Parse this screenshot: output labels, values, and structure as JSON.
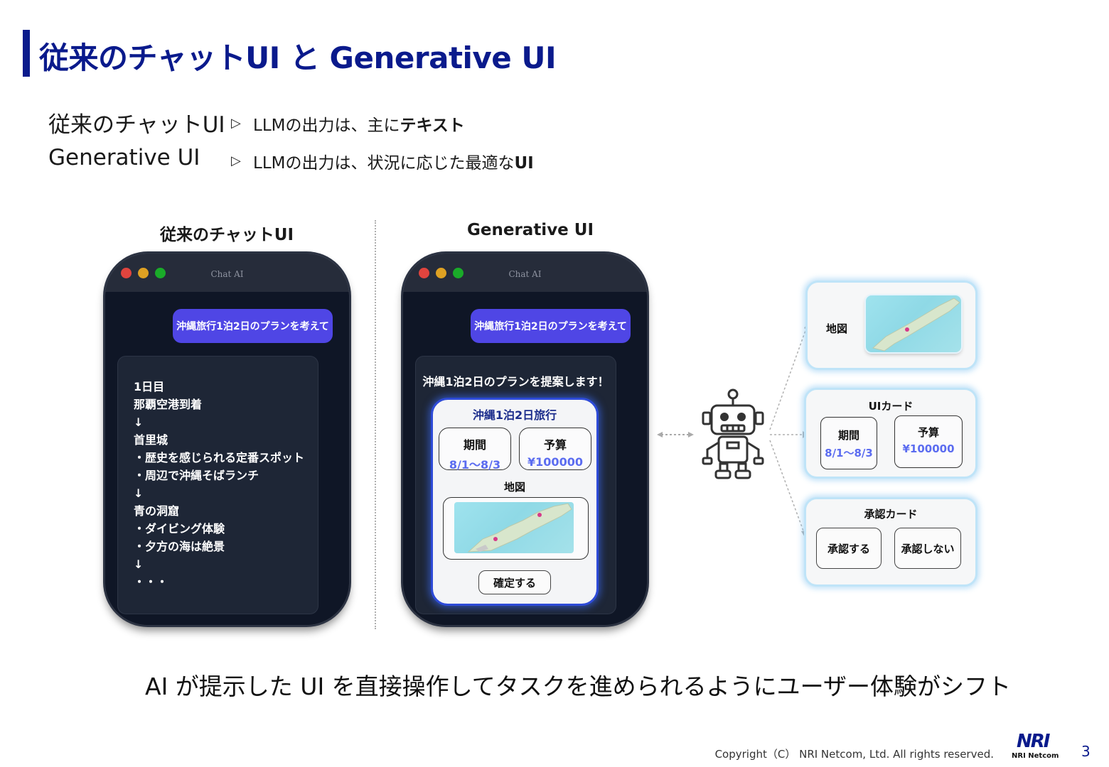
{
  "title": "従来のチャットUI と Generative UI",
  "bullets": [
    {
      "label": "従来のチャットUI",
      "arrow": "▷",
      "text": "LLMの出力は、主に",
      "bold": "テキスト"
    },
    {
      "label": "Generative UI",
      "arrow": "▷",
      "text": "LLMの出力は、状況に応じた最適な",
      "bold": "UI"
    }
  ],
  "left_column": {
    "heading": "従来のチャットUI",
    "window_title": "Chat AI",
    "user_message": "沖縄旅行1泊2日のプランを考えて",
    "plan_lines": [
      "1日目",
      "那覇空港到着",
      "↓",
      "首里城",
      "・歴史を感じられる定番スポット",
      "・周辺で沖縄そばランチ",
      "↓",
      "青の洞窟",
      "・ダイビング体験",
      "・夕方の海は絶景",
      "↓",
      "・・・"
    ]
  },
  "middle_column": {
    "heading": "Generative UI",
    "window_title": "Chat AI",
    "user_message": "沖縄旅行1泊2日のプランを考えて",
    "ai_message": "沖縄1泊2日のプランを提案します！",
    "card_title": "沖縄1泊2日旅行",
    "period_label": "期間",
    "period_value": "8/1〜8/3",
    "budget_label": "予算",
    "budget_value": "¥100000",
    "map_label": "地図",
    "confirm_button": "確定する"
  },
  "right_cards": {
    "map_card_label": "地図",
    "ui_card_title": "UIカード",
    "ui_period_label": "期間",
    "ui_period_value": "8/1〜8/3",
    "ui_budget_label": "予算",
    "ui_budget_value": "¥100000",
    "approval_card_title": "承認カード",
    "approve_button": "承認する",
    "reject_button": "承認しない"
  },
  "icons": {
    "robot": "robot-icon",
    "window_dots": [
      "#e0443e",
      "#dea123",
      "#1aab29"
    ]
  },
  "bottom_message": "AI が提示した UI を直接操作してタスクを進められるようにユーザー体験がシフト",
  "footer": {
    "copyright": "Copyright（C） NRI Netcom, Ltd. All rights reserved.",
    "logo_text": "NRI",
    "logo_sub": "NRI Netcom",
    "page_number": "3"
  },
  "colors": {
    "brand": "#0a1a8c",
    "bubble": "#4f46e5",
    "card_border": "#2e4bd8",
    "value_text": "#5b6cf0"
  }
}
